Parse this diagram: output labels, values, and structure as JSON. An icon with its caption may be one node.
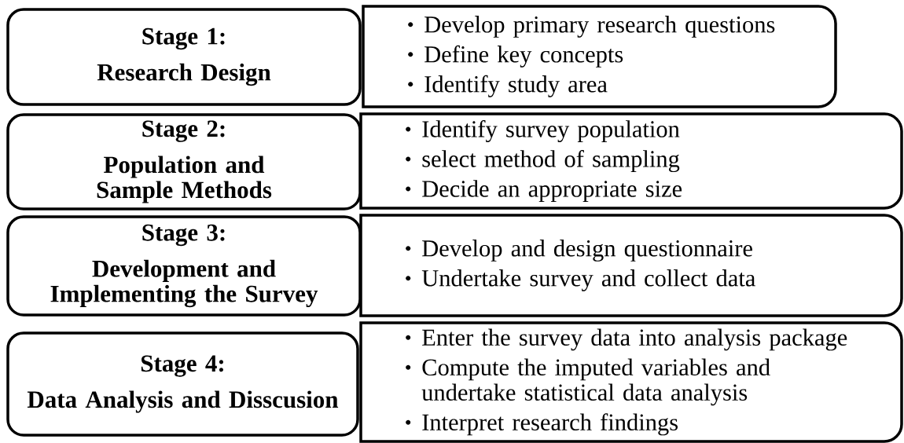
{
  "diagram": {
    "nodes": [
      {
        "text": [
          "Stage 1:",
          "Research Design"
        ]
      },
      {
        "text": [
          "Develop primary research questions",
          "Define key concepts",
          "Identify study area"
        ]
      },
      {
        "text": [
          "Stage 2:",
          "Population and Sample Methods"
        ]
      },
      {
        "text": [
          "Identify survey population",
          "select method of sampling",
          "Decide an appropriate size"
        ]
      },
      {
        "text": [
          "Stage 3:",
          "Development and Implementing the Survey"
        ]
      },
      {
        "text": [
          "Develop and design questionnaire",
          "Undertake survey and collect data"
        ]
      },
      {
        "text": [
          "Stage 4:",
          "Data Analysis and Disscusion"
        ]
      },
      {
        "text": [
          "Enter the survey data into analysis package",
          "Compute the imputed variables and undertake statistical data analysis",
          "Interpret research findings"
        ]
      }
    ]
  }
}
